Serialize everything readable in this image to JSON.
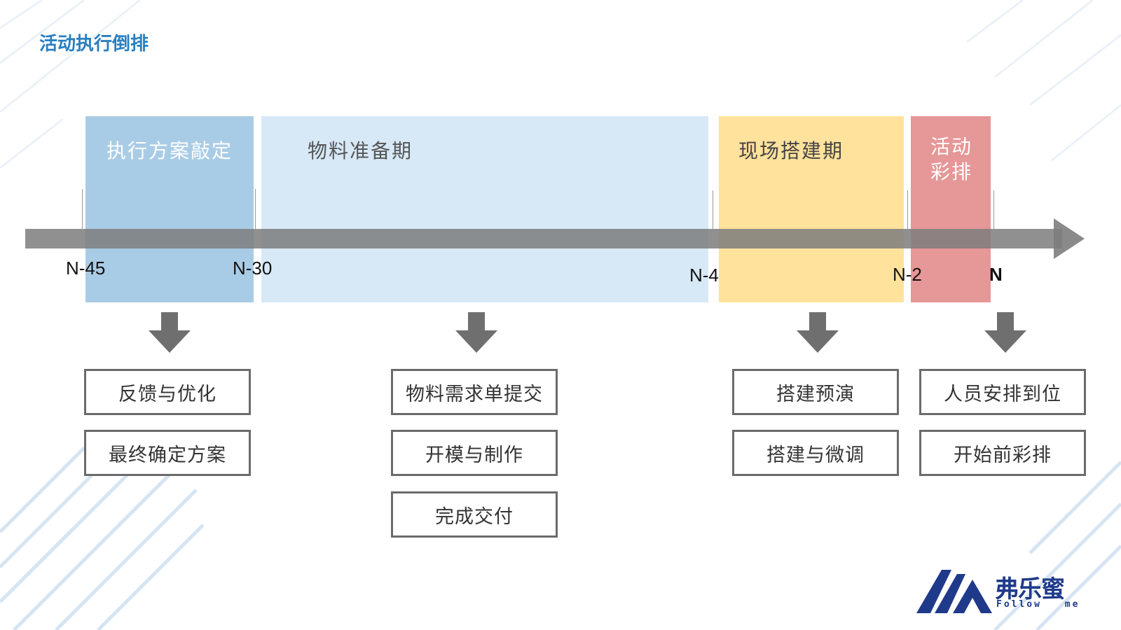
{
  "title": "活动执行倒排",
  "colors": {
    "title": "#2a7fc0",
    "phase1": "#a9cce6",
    "phase2": "#d7e9f7",
    "phase3": "#ffe29c",
    "phase4": "#e69797",
    "timeline": "#7d7d7d",
    "arrow": "#6f6f6f",
    "logo": "#1f3a8a"
  },
  "phases": [
    {
      "label": "执行方案敲定"
    },
    {
      "label": "物料准备期"
    },
    {
      "label": "现场搭建期"
    },
    {
      "label": "活动彩排",
      "lines": [
        "活动",
        "彩排"
      ]
    }
  ],
  "markers": [
    "N-45",
    "N-30",
    "N-4",
    "N-2",
    "N"
  ],
  "tasks": [
    {
      "items": [
        "反馈与优化",
        "最终确定方案"
      ]
    },
    {
      "items": [
        "物料需求单提交",
        "开模与制作",
        "完成交付"
      ]
    },
    {
      "items": [
        "搭建预演",
        "搭建与微调"
      ]
    },
    {
      "items": [
        "人员安排到位",
        "开始前彩排"
      ]
    }
  ],
  "logo": {
    "cn": "弗乐蜜",
    "en": "Follow me",
    "icon": "mountain-logo-icon"
  }
}
